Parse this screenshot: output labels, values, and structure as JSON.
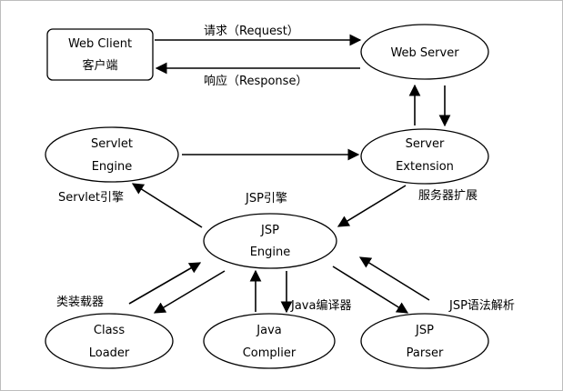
{
  "nodes": {
    "web_client": {
      "line1": "Web Client",
      "line2": "客户端"
    },
    "web_server": {
      "line1": "Web Server"
    },
    "servlet_engine": {
      "line1": "Servlet",
      "line2": "Engine"
    },
    "server_extension": {
      "line1": "Server",
      "line2": "Extension"
    },
    "jsp_engine": {
      "line1": "JSP",
      "line2": "Engine"
    },
    "class_loader": {
      "line1": "Class",
      "line2": "Loader"
    },
    "java_compiler": {
      "line1": "Java",
      "line2": "Complier"
    },
    "jsp_parser": {
      "line1": "JSP",
      "line2": "Parser"
    }
  },
  "labels": {
    "request": "请求（Request）",
    "response": "响应（Response）",
    "servlet_engine_caption": "Servlet引擎",
    "jsp_engine_caption": "JSP引擎",
    "server_extension_caption": "服务器扩展",
    "class_loader_caption": "类装载器",
    "java_compiler_caption": "Java编译器",
    "jsp_parser_caption": "JSP语法解析"
  }
}
